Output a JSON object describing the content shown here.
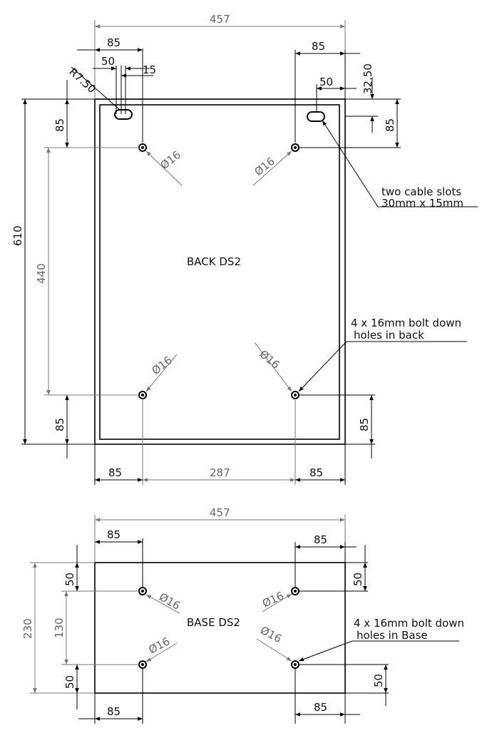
{
  "back": {
    "title": "BACK DS2",
    "dims": {
      "overall_width": "457",
      "left_85_top": "85",
      "slot_50": "50",
      "slot_15": "15",
      "radius": "R7.50",
      "right_85_top": "85",
      "right_50": "50",
      "right_32_50": "32.50",
      "right_85_side": "85",
      "left_85_side": "85",
      "height_610": "610",
      "height_440": "440",
      "left_85_bottom_side": "85",
      "right_85_bottom_side": "85",
      "bottom_85_left": "85",
      "bottom_287": "287",
      "bottom_85_right": "85"
    },
    "hole_label": "Ø16",
    "callout_slots": [
      "two cable slots",
      "30mm x 15mm"
    ],
    "callout_holes": [
      "4 x 16mm bolt down",
      "holes in back"
    ]
  },
  "base": {
    "title": "BASE DS2",
    "dims": {
      "overall_width": "457",
      "top_85_left": "85",
      "top_85_right": "85",
      "left_50_top": "50",
      "left_130": "130",
      "left_50_bottom": "50",
      "height_230": "230",
      "right_50_top": "50",
      "right_50_bottom": "50",
      "bottom_85_left": "85",
      "bottom_85_right": "85"
    },
    "hole_label": "Ø16",
    "callout_holes": [
      "4 x 16mm bolt down",
      "holes in Base"
    ]
  }
}
